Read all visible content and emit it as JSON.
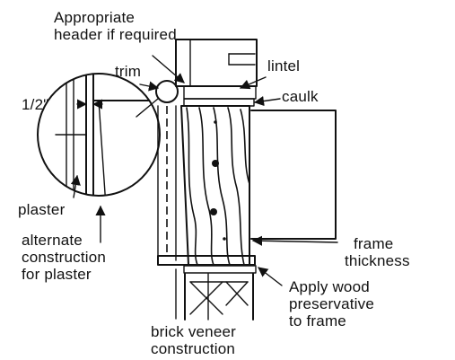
{
  "labels": {
    "header": [
      "Appropriate",
      "header if required"
    ],
    "trim": "trim",
    "lintel": "lintel",
    "caulk": "caulk",
    "half_inch": "1/2\"",
    "plaster": "plaster",
    "alternate": [
      "alternate",
      "construction",
      "for plaster"
    ],
    "frame_thickness": [
      "frame",
      "thickness"
    ],
    "preservative": [
      "Apply wood",
      "preservative",
      "to frame"
    ],
    "brick_veneer": [
      "brick veneer",
      "construction"
    ]
  }
}
